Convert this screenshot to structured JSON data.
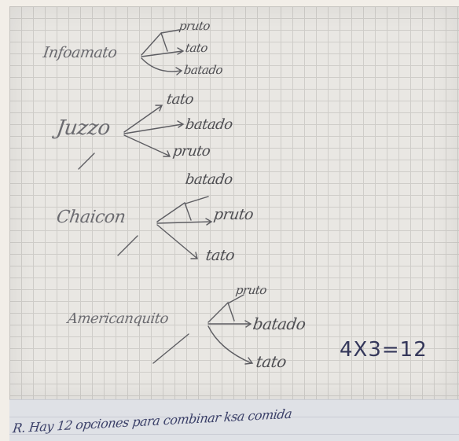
{
  "groups": [
    {
      "label": "Infoamato",
      "options": [
        "pruto",
        "tato",
        "batado"
      ]
    },
    {
      "label": "Juzzo",
      "options": [
        "tato",
        "batado",
        "pruto"
      ]
    },
    {
      "label": "Chaicon",
      "options": [
        "batado",
        "pruto",
        "tato"
      ]
    },
    {
      "label": "Americanquito",
      "options": [
        "pruto",
        "batado",
        "tato"
      ]
    }
  ],
  "equation": "4X3=12",
  "bottom_line": "R. Hay 12 opciones para combinar ksa comida"
}
